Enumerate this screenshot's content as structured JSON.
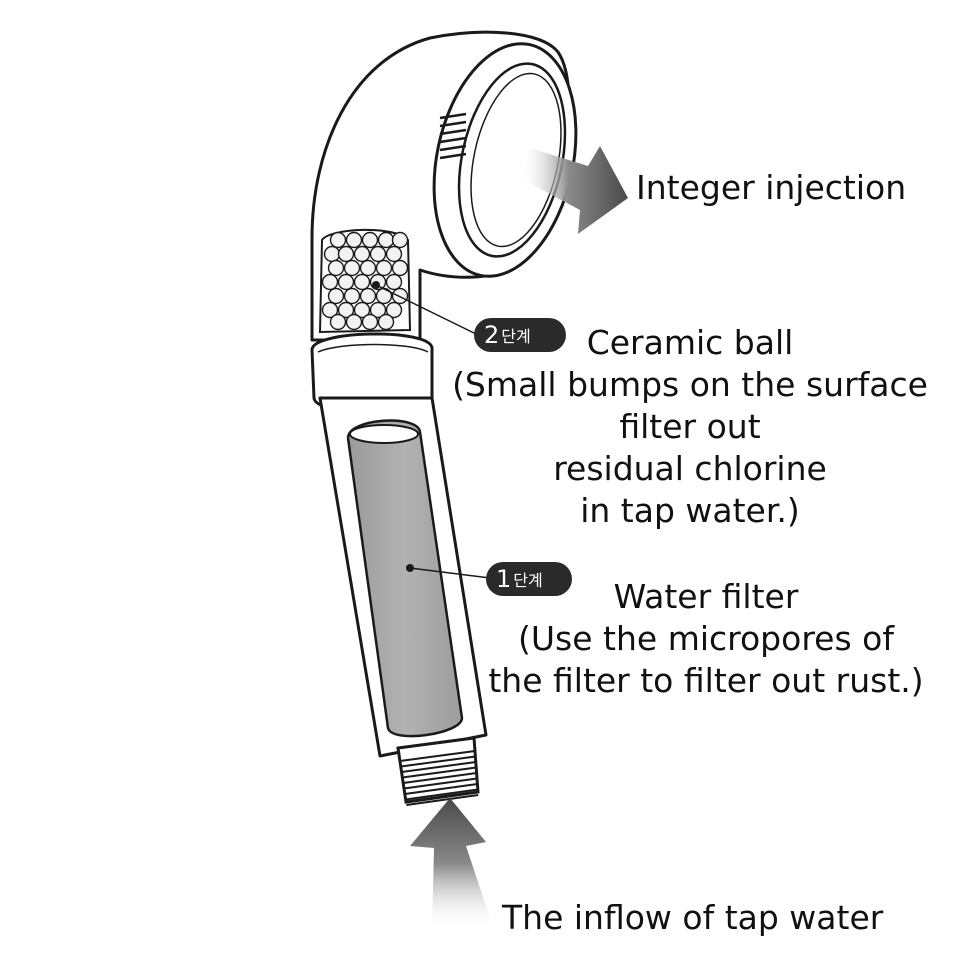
{
  "labels": {
    "outflow": "Integer injection",
    "stage2_title": "Ceramic ball",
    "stage2_desc": [
      "(Small bumps on the surface",
      "filter out",
      "residual chlorine",
      "in tap water.)"
    ],
    "stage1_title": "Water filter",
    "stage1_desc": [
      "(Use the micropores of",
      "the filter to filter out rust.)"
    ],
    "inflow": "The inflow of tap water"
  },
  "badges": {
    "stage2": {
      "number": "2",
      "word": "단계"
    },
    "stage1": {
      "number": "1",
      "word": "단계"
    }
  },
  "colors": {
    "outline": "#1a1a1a",
    "body": "#ffffff",
    "filter_core": "#a8a8a8",
    "ceramic_ball": "#f2f2f2",
    "badge": "#2a2a2a",
    "arrow": "#555555"
  }
}
